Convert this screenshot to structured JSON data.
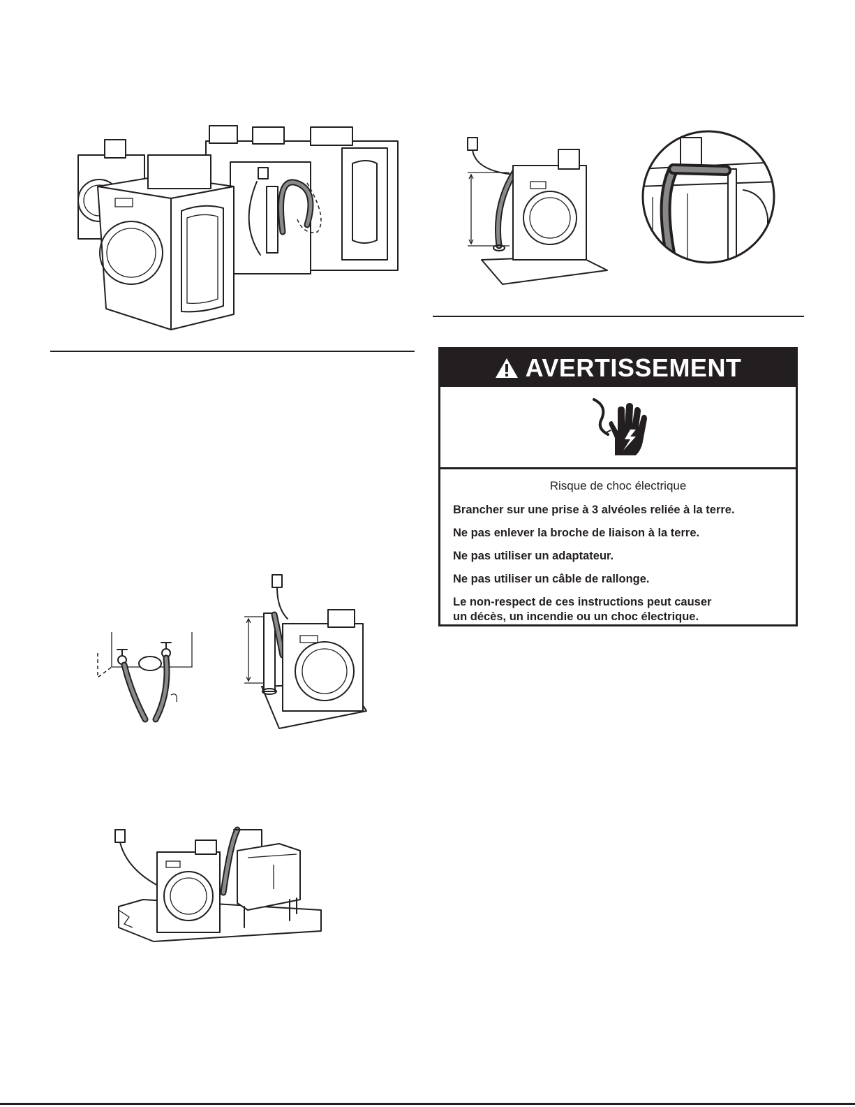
{
  "warning": {
    "heading": "AVERTISSEMENT",
    "title": "Risque de choc électrique",
    "lines": [
      "Brancher sur une prise à 3 alvéoles reliée à la terre.",
      "Ne pas enlever la broche de liaison à la terre.",
      "Ne pas utiliser un adaptateur.",
      "Ne pas utiliser un câble de rallonge."
    ],
    "last_line": "Le non-respect de ces instructions peut causer\nun décès, un incendie ou un choc électrique."
  },
  "icons": {
    "warning_triangle": "warning-triangle-icon",
    "electric_shock": "electric-shock-hand-icon"
  },
  "colors": {
    "ink": "#231f20",
    "paper": "#ffffff"
  }
}
